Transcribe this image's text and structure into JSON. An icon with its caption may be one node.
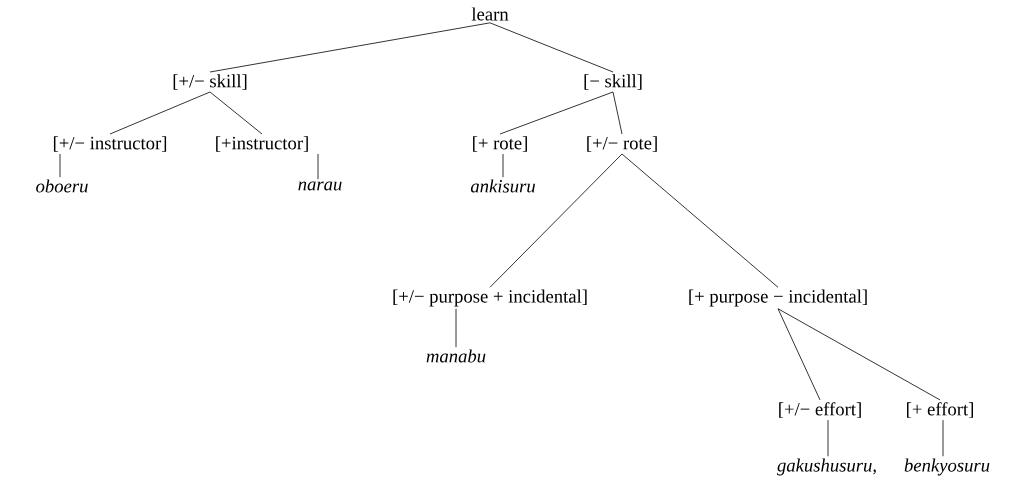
{
  "diagram": {
    "nodes": [
      {
        "text": [
          "learn"
        ]
      },
      {
        "text": [
          "[+/− skill]"
        ]
      },
      {
        "text": [
          "[− skill]"
        ]
      },
      {
        "text": [
          "[+/− instructor]"
        ]
      },
      {
        "text": [
          "[+instructor]"
        ]
      },
      {
        "text": [
          "oboeru"
        ]
      },
      {
        "text": [
          "narau"
        ]
      },
      {
        "text": [
          "[+ rote]"
        ]
      },
      {
        "text": [
          "[+/− rote]"
        ]
      },
      {
        "text": [
          "ankisuru"
        ]
      },
      {
        "text": [
          "[+/− purpose + incidental]"
        ]
      },
      {
        "text": [
          "[+ purpose − incidental]"
        ]
      },
      {
        "text": [
          "manabu"
        ]
      },
      {
        "text": [
          "[+/− effort]"
        ]
      },
      {
        "text": [
          "[+ effort]"
        ]
      },
      {
        "text": [
          "gakushusuru,"
        ]
      },
      {
        "text": [
          "benkyosuru"
        ]
      }
    ],
    "edges": [
      {
        "from": 0,
        "to": 1,
        "arrow": "none"
      },
      {
        "from": 0,
        "to": 2,
        "arrow": "none"
      },
      {
        "from": 1,
        "to": 3,
        "arrow": "none"
      },
      {
        "from": 1,
        "to": 4,
        "arrow": "none"
      },
      {
        "from": 3,
        "to": 5,
        "arrow": "none"
      },
      {
        "from": 4,
        "to": 6,
        "arrow": "none"
      },
      {
        "from": 2,
        "to": 7,
        "arrow": "none"
      },
      {
        "from": 2,
        "to": 8,
        "arrow": "none"
      },
      {
        "from": 7,
        "to": 9,
        "arrow": "none"
      },
      {
        "from": 8,
        "to": 10,
        "arrow": "none"
      },
      {
        "from": 8,
        "to": 11,
        "arrow": "none"
      },
      {
        "from": 10,
        "to": 12,
        "arrow": "none"
      },
      {
        "from": 11,
        "to": 13,
        "arrow": "none"
      },
      {
        "from": 11,
        "to": 14,
        "arrow": "none"
      },
      {
        "from": 13,
        "to": 15,
        "arrow": "none"
      },
      {
        "from": 14,
        "to": 16,
        "arrow": "none"
      }
    ]
  }
}
